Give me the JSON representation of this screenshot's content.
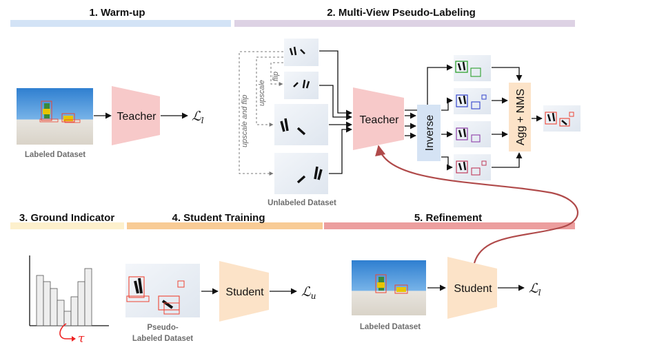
{
  "stages": {
    "warmup": "1. Warm-up",
    "multiview": "2.  Multi-View Pseudo-Labeling",
    "ground": "3. Ground Indicator",
    "student_training": "4. Student Training",
    "refinement": "5. Refinement"
  },
  "colors": {
    "warmup_bar": "#d3e3f6",
    "multiview_bar": "#ddd2e4",
    "ground_bar": "#fdf0cc",
    "student_bar": "#f8cb95",
    "refine_bar": "#ec9e9e",
    "teacher_fill": "#f7c9c9",
    "student_fill": "#fce3c8",
    "inverse_fill": "#d5e3f4",
    "agg_fill": "#fce3c8",
    "curve": "#b04a4a"
  },
  "boxes": {
    "teacher_warmup": "Teacher",
    "teacher_multiview": "Teacher",
    "inverse": "Inverse",
    "agg": "Agg + NMS",
    "student_training": "Student",
    "student_refine": "Student"
  },
  "captions": {
    "labeled_1": "Labeled Dataset",
    "unlabeled": "Unlabeled Dataset",
    "pseudo_1": "Pseudo-",
    "pseudo_2": "Labeled Dataset",
    "labeled_5": "Labeled Dataset"
  },
  "augmentations": {
    "flip": "flip",
    "upscale": "upscale",
    "upscale_flip": "upscale and flip"
  },
  "losses": {
    "warmup": {
      "main": "ℒ",
      "sub": "l"
    },
    "student": {
      "main": "ℒ",
      "sub": "u"
    },
    "refine": {
      "main": "ℒ",
      "sub": "l"
    }
  },
  "ground": {
    "tau": "τ"
  },
  "icons": [
    "skier-photo",
    "snow-photo",
    "histogram-icon"
  ]
}
